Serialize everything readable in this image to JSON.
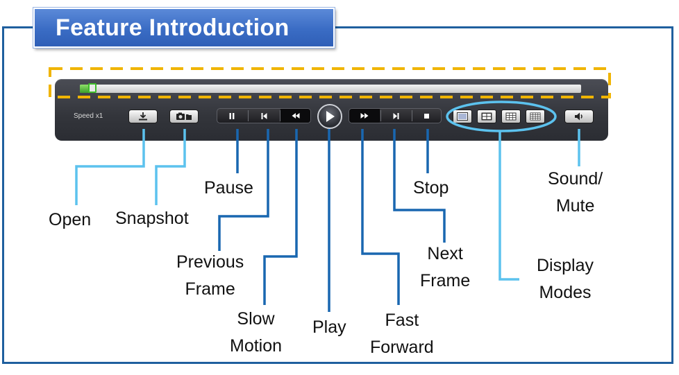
{
  "title": "Feature Introduction",
  "player": {
    "speed_label": "Speed x1",
    "progress_fraction": 0.02
  },
  "icons": [
    "download-icon",
    "camera-folder-icon",
    "pause-icon",
    "previous-frame-icon",
    "slow-motion-icon",
    "play-icon",
    "fast-forward-icon",
    "next-frame-icon",
    "stop-icon",
    "single-view-icon",
    "quad-view-icon",
    "nine-view-icon",
    "sixteen-view-icon",
    "speaker-icon"
  ],
  "callouts": {
    "open": "Open",
    "snapshot": "Snapshot",
    "pause": "Pause",
    "previous_frame": [
      "Previous",
      "Frame"
    ],
    "slow_motion": [
      "Slow",
      "Motion"
    ],
    "play": "Play",
    "fast_forward": [
      "Fast",
      "Forward"
    ],
    "next_frame": [
      "Next",
      "Frame"
    ],
    "stop": "Stop",
    "display_modes": [
      "Display",
      "Modes"
    ],
    "sound_mute": [
      "Sound/",
      "Mute"
    ]
  },
  "colors": {
    "frame_border": "#1f5f9e",
    "title_bg": "#3a6cc4",
    "highlight_dash": "#f0b400",
    "light_connector": "#5cc2ee",
    "dark_connector": "#1967b0"
  }
}
